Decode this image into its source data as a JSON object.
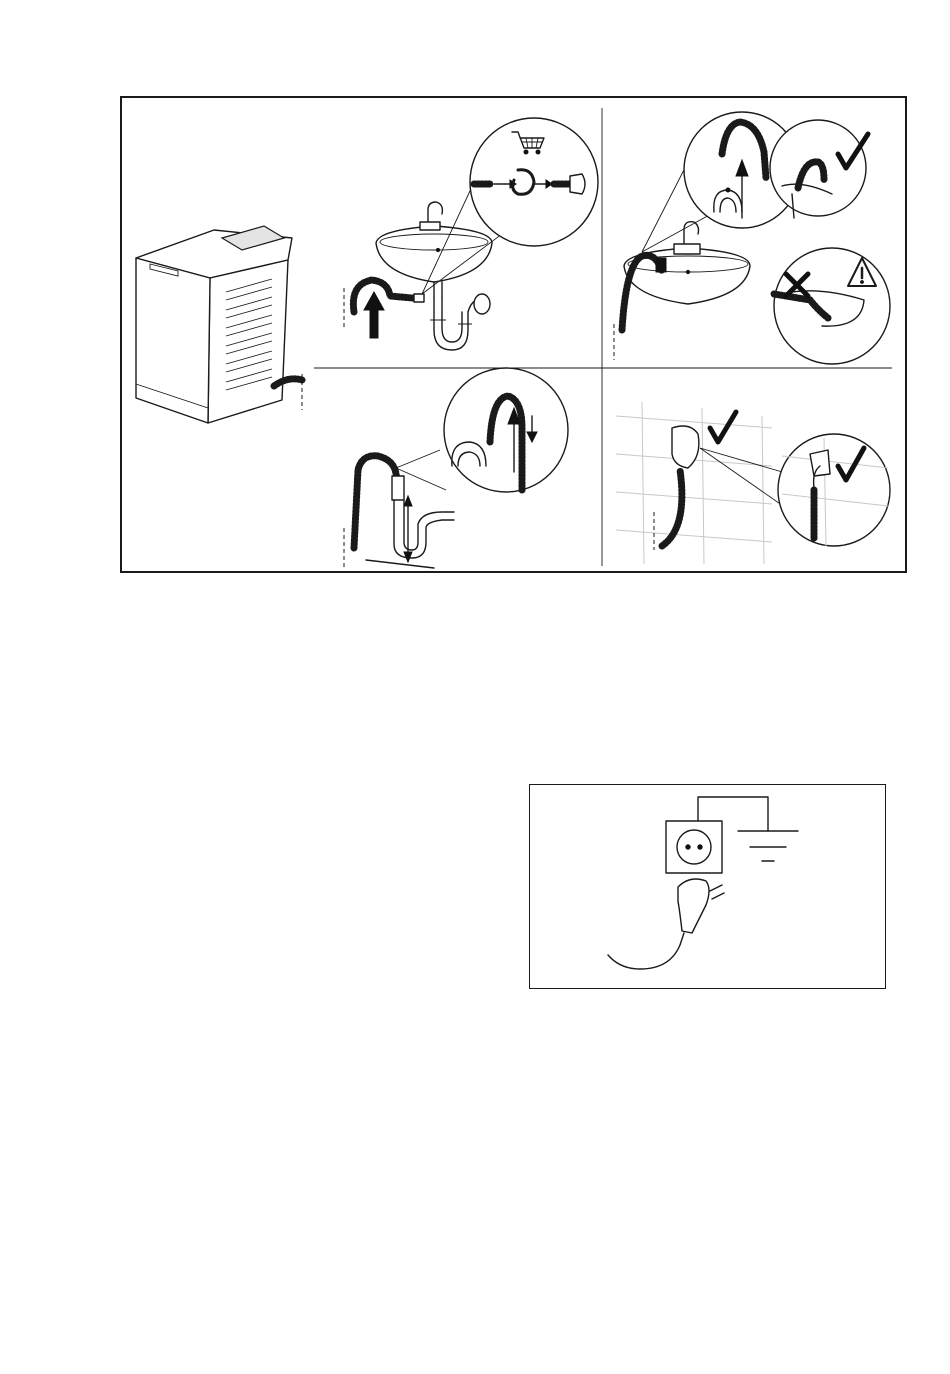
{
  "figure": {
    "panels": [
      "appliance",
      "sink-siphon-connection",
      "sink-edge-hook",
      "standpipe-drain",
      "wall-drain"
    ],
    "icons": [
      "shopping-cart-icon",
      "check-mark-icon",
      "cross-mark-icon",
      "warning-triangle-icon"
    ]
  },
  "electrical": {
    "icons": [
      "wall-socket-icon",
      "earth-ground-icon",
      "schuko-plug-icon"
    ]
  }
}
